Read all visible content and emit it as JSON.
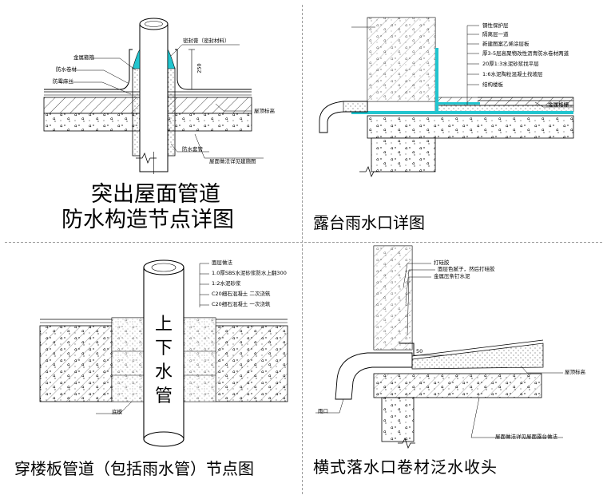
{
  "colors": {
    "waterproof": "#22c5cf",
    "line": "#000000",
    "divider": "#9a9a9a"
  },
  "panels": [
    {
      "caption_lines": [
        "突出屋面管道",
        "防水构造节点详图"
      ],
      "labels": [
        "金属箍箍",
        "防水卷材",
        "防霉麻丝",
        "密封膏（密封材料）",
        "250",
        "屋顶标高",
        "防水套管",
        "屋面做法详见建施图"
      ]
    },
    {
      "caption": "露台雨水口详图",
      "labels": [
        "钢性保护层",
        "隔离层一道",
        "新建图案乙烯涂层板",
        "厚3-5层高聚物改性沥青防水卷材两道",
        "20厚1:3水泥砂浆找平层",
        "1:6水泥陶粒混凝土找坡层",
        "结构楼板",
        "金属格栅"
      ]
    },
    {
      "caption": "穿楼板管道（包括雨水管）节点图",
      "pipe_text": [
        "上",
        "下",
        "水",
        "管"
      ],
      "labels": [
        "面层做法",
        "1.0厚SBS水泥砂浆防水上翻300",
        "1:2水泥砂浆",
        "C20细石混凝土 二次浇筑",
        "C20细石混凝土 一次浇筑",
        "底模"
      ]
    },
    {
      "caption": "横式落水口卷材泛水收头",
      "labels": [
        "打硅胶",
        "面层色腻子，然后打硅胶",
        "金属压条钉水泥",
        "50",
        "屋顶标高",
        "雨口",
        "屋面做法详见屋面露台做法"
      ]
    }
  ]
}
